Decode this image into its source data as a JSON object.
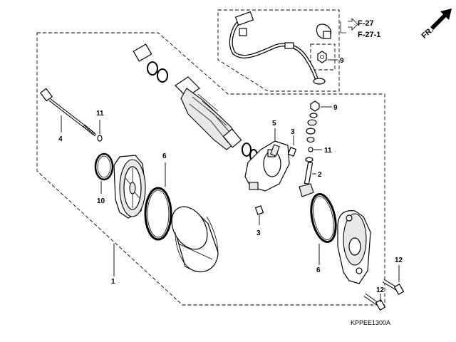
{
  "diagram": {
    "callouts": {
      "c1": "1",
      "c2": "2",
      "c3a": "3",
      "c3b": "3",
      "c4": "4",
      "c5": "5",
      "c6a": "6",
      "c6b": "6",
      "c9a": "9",
      "c9b": "9",
      "c10": "10",
      "c11a": "11",
      "c11b": "11",
      "c12a": "12",
      "c12b": "12"
    },
    "references": [
      "F-27",
      "F-27-1"
    ],
    "direction_label": "FR.",
    "figure_code": "KPPEE1300A"
  }
}
